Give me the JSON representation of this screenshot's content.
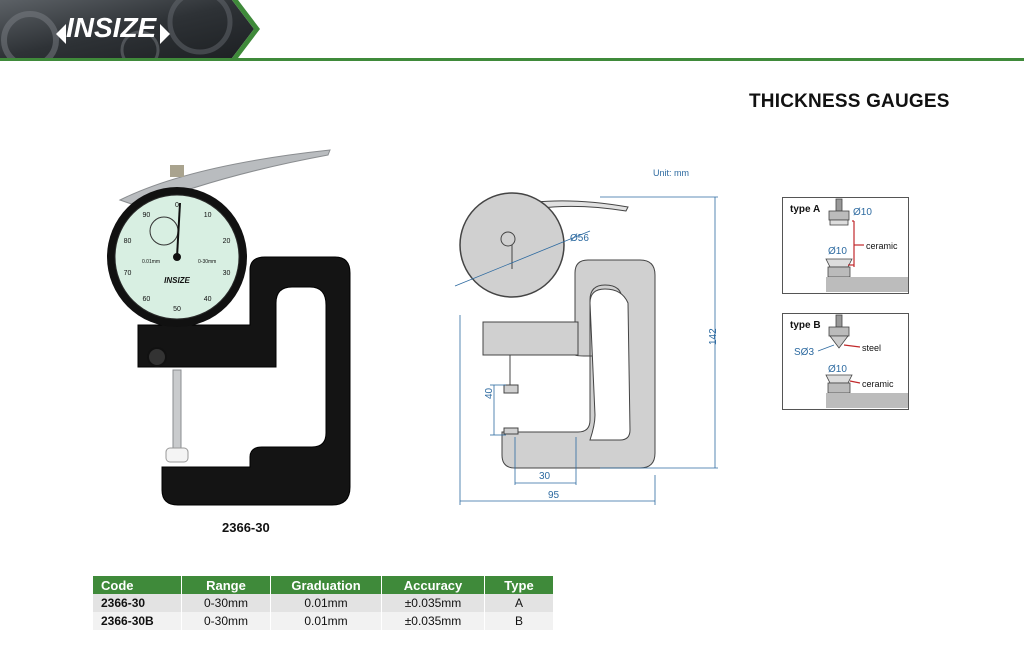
{
  "header": {
    "brand": "INSIZE"
  },
  "page_title": "THICKNESS GAUGES",
  "product_label": "2366-30",
  "gauge_face": {
    "brand": "INSIZE",
    "range": "0-30mm",
    "resolution": "0.01mm",
    "ticks": [
      "0",
      "10",
      "20",
      "30",
      "40",
      "50",
      "60",
      "70",
      "80",
      "90"
    ]
  },
  "drawing": {
    "unit": "Unit: mm",
    "dim_diameter": "Ø56",
    "dim_height": "142",
    "dim_gap": "40",
    "dim_depth": "30",
    "dim_width": "95"
  },
  "type_a": {
    "label": "type A",
    "upper_dia": "Ø10",
    "lower_dia": "Ø10",
    "material": "ceramic"
  },
  "type_b": {
    "label": "type B",
    "tip": "SØ3",
    "tip_material": "steel",
    "lower_dia": "Ø10",
    "lower_material": "ceramic"
  },
  "table": {
    "headers": [
      "Code",
      "Range",
      "Graduation",
      "Accuracy",
      "Type"
    ],
    "rows": [
      [
        "2366-30",
        "0-30mm",
        "0.01mm",
        "±0.035mm",
        "A"
      ],
      [
        "2366-30B",
        "0-30mm",
        "0.01mm",
        "±0.035mm",
        "B"
      ]
    ]
  },
  "colors": {
    "brand_green": "#3f8a3a",
    "dim_blue": "#2d6aa0",
    "material_red": "#c0282a",
    "gauge_face": "#d8efe2"
  }
}
